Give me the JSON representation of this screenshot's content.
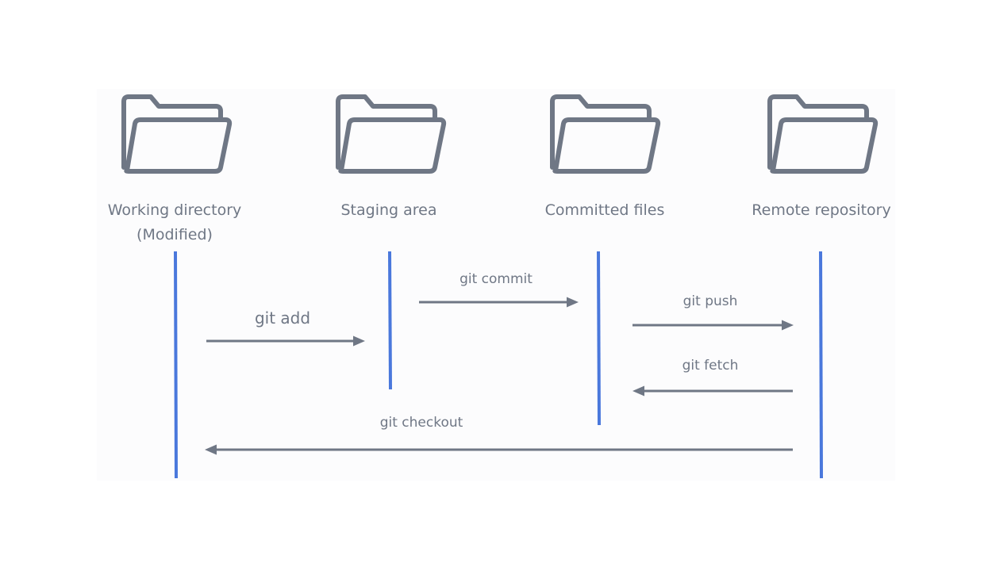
{
  "diagram": {
    "stages": [
      {
        "label": "Working directory\n(Modified)"
      },
      {
        "label": "Staging area"
      },
      {
        "label": "Committed files"
      },
      {
        "label": "Remote repository"
      }
    ],
    "commands": [
      {
        "label": "git add",
        "from": "Working directory",
        "to": "Staging area"
      },
      {
        "label": "git commit",
        "from": "Staging area",
        "to": "Committed files"
      },
      {
        "label": "git push",
        "from": "Committed files",
        "to": "Remote repository"
      },
      {
        "label": "git fetch",
        "from": "Remote repository",
        "to": "Committed files"
      },
      {
        "label": "git checkout",
        "from": "Remote repository",
        "to": "Working directory"
      }
    ],
    "colors": {
      "lifeline": "#4a78dc",
      "arrow": "#6f7785",
      "folder": "#6f7785",
      "text": "#6f7785"
    }
  }
}
